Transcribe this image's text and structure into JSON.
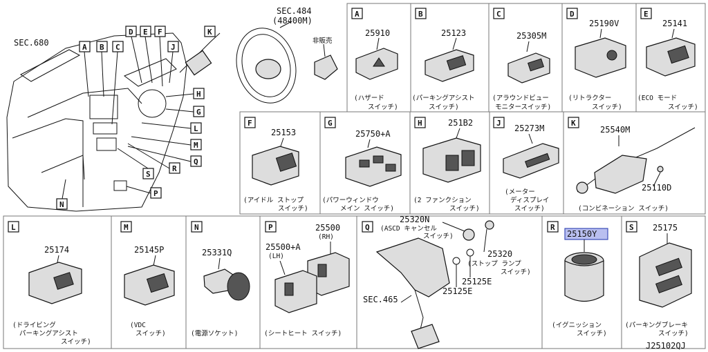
{
  "overview": {
    "sec680": "SEC.680",
    "sec484": "SEC.484",
    "sec484_sub": "(48400M)",
    "not_sold": "非販売",
    "callouts": [
      "A",
      "B",
      "C",
      "D",
      "E",
      "F",
      "J",
      "K",
      "H",
      "G",
      "L",
      "M",
      "Q",
      "R",
      "S",
      "P",
      "N"
    ]
  },
  "panels": [
    {
      "letter": "A",
      "part": "25910",
      "caption": [
        "(ハザード",
        "スイッチ)"
      ]
    },
    {
      "letter": "B",
      "part": "25123",
      "caption": [
        "(パーキングアシスト",
        "スイッチ)"
      ]
    },
    {
      "letter": "C",
      "part": "25305M",
      "caption": [
        "(アラウンドビュー",
        "モニタースイッチ)"
      ]
    },
    {
      "letter": "D",
      "part": "25190V",
      "caption": [
        "(リトラクター",
        "スイッチ)"
      ]
    },
    {
      "letter": "E",
      "part": "25141",
      "caption": [
        "(ECO モード",
        "スイッチ)"
      ]
    },
    {
      "letter": "F",
      "part": "25153",
      "caption": [
        "(アイドル ストップ",
        "スイッチ)"
      ]
    },
    {
      "letter": "G",
      "part": "25750+A",
      "caption": [
        "(パワーウィンドウ",
        "メイン スイッチ)"
      ]
    },
    {
      "letter": "H",
      "part": "251B2",
      "caption": [
        "(2 ファンクション",
        "スイッチ)"
      ]
    },
    {
      "letter": "J",
      "part": "25273M",
      "caption": [
        "(メーター",
        "ディスプレイ",
        "スイッチ)"
      ]
    },
    {
      "letter": "K",
      "part": "25540M",
      "part2": "25110D",
      "caption": [
        "(コンビネーション スイッチ)"
      ]
    },
    {
      "letter": "L",
      "part": "25174",
      "caption": [
        "(ドライビング",
        "パーキングアシスト",
        "スイッチ)"
      ]
    },
    {
      "letter": "M",
      "part": "25145P",
      "caption": [
        "(VDC",
        "スイッチ)"
      ]
    },
    {
      "letter": "N",
      "part": "25331Q",
      "caption": [
        "(電源ソケット)"
      ]
    },
    {
      "letter": "P",
      "part": "25500",
      "part_sub": "(RH)",
      "part2": "25500+A",
      "part2_sub": "(LH)",
      "caption": [
        "(シートヒート スイッチ)"
      ]
    },
    {
      "letter": "Q",
      "part": "25320N",
      "part_sub": "(ASCD キャンセル",
      "part_sub2": "スイッチ)",
      "part2": "25320",
      "part2_sub": "(ストップ ランプ",
      "part2_sub2": "スイッチ)",
      "part3": "25125E",
      "part4": "25125E",
      "sec": "SEC.465"
    },
    {
      "letter": "R",
      "part": "25150Y",
      "caption": [
        "(イグニッション",
        "スイッチ)"
      ]
    },
    {
      "letter": "S",
      "part": "25175",
      "caption": [
        "(パーキングブレーキ",
        "スイッチ)"
      ]
    }
  ],
  "diagram_id": "J25102QJ",
  "colors": {
    "highlight": "#b9bff0",
    "line": "#111111"
  }
}
